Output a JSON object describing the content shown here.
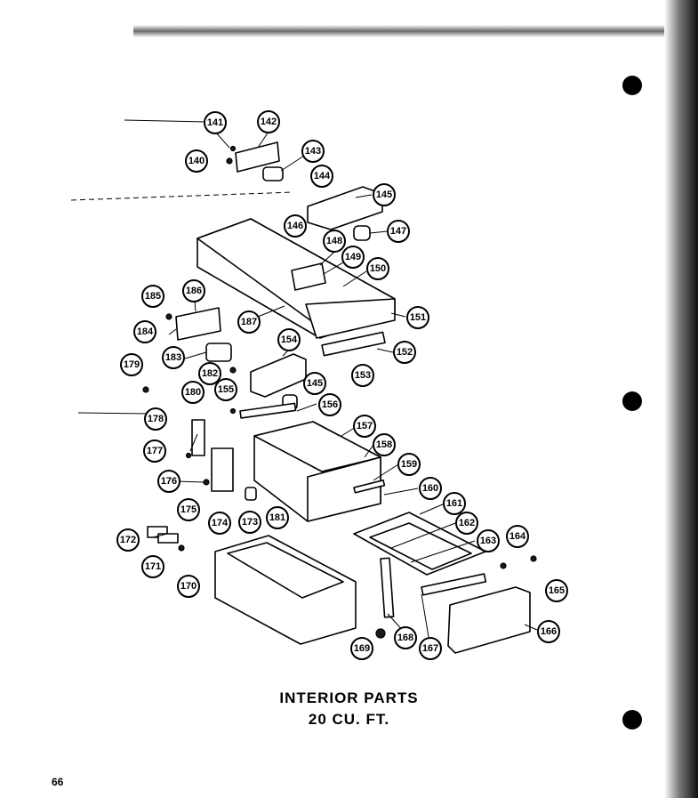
{
  "caption": {
    "line1": "INTERIOR PARTS",
    "line2": "20 CU. FT."
  },
  "page_number": "66",
  "callouts": [
    "140",
    "141",
    "142",
    "143",
    "144",
    "145",
    "146",
    "147",
    "148",
    "149",
    "150",
    "151",
    "152",
    "153",
    "145",
    "154",
    "155",
    "156",
    "157",
    "158",
    "159",
    "160",
    "161",
    "162",
    "163",
    "164",
    "165",
    "166",
    "167",
    "168",
    "169",
    "170",
    "171",
    "172",
    "173",
    "174",
    "175",
    "176",
    "177",
    "178",
    "179",
    "180",
    "181",
    "182",
    "183",
    "184",
    "185",
    "186",
    "187"
  ]
}
